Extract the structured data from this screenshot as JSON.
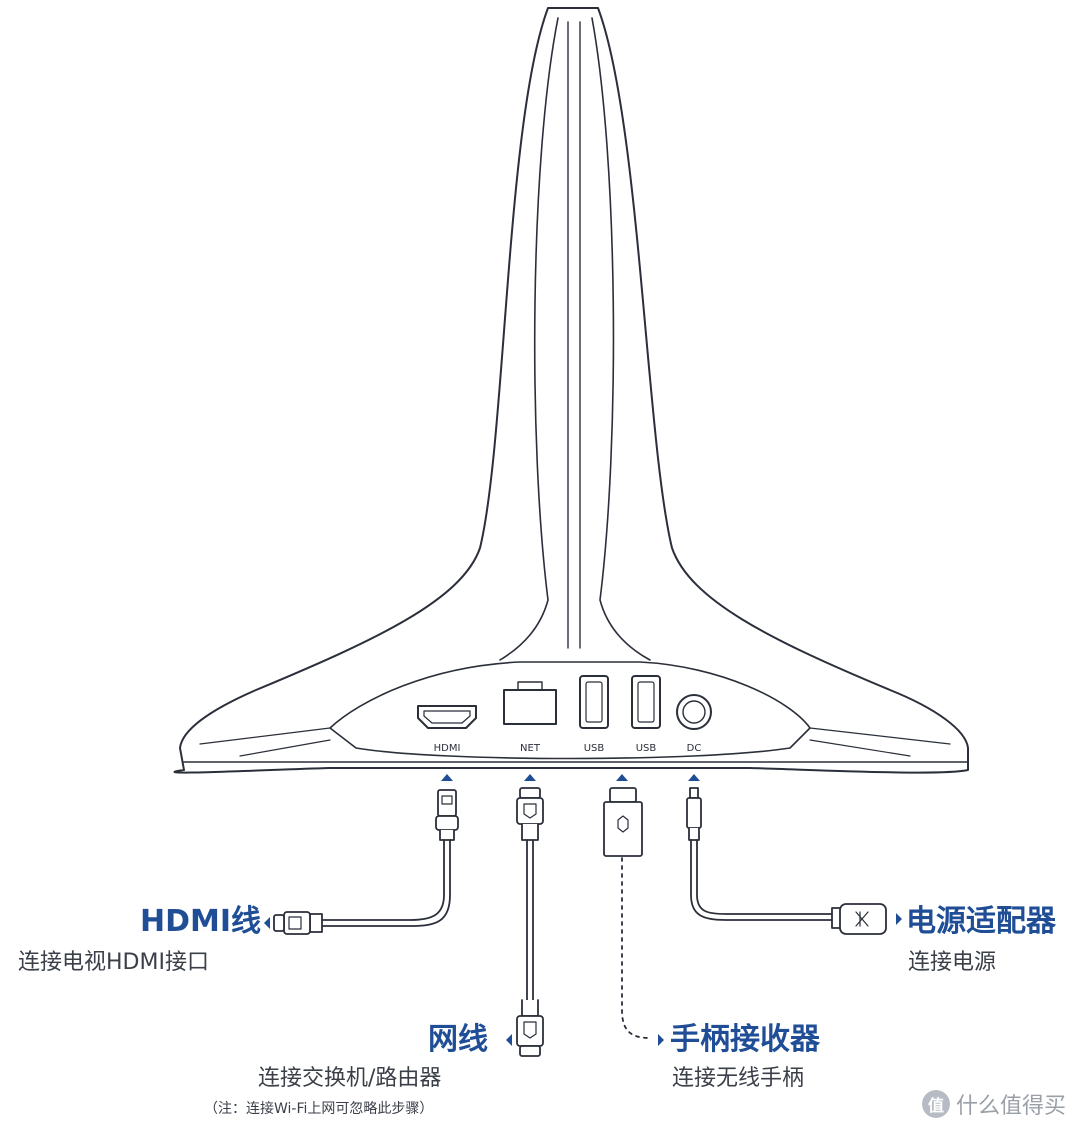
{
  "ports": {
    "hdmi": "HDMI",
    "net": "NET",
    "usb1": "USB",
    "usb2": "USB",
    "dc": "DC"
  },
  "callouts": {
    "hdmi": {
      "title": "HDMI线",
      "desc": "连接电视HDMI接口"
    },
    "net": {
      "title": "网线",
      "desc": "连接交换机/路由器",
      "note": "（注：连接Wi-Fi上网可忽略此步骤）"
    },
    "receiver": {
      "title": "手柄接收器",
      "desc": "连接无线手柄"
    },
    "power": {
      "title": "电源适配器",
      "desc": "连接电源"
    }
  },
  "watermark": {
    "badge": "值",
    "text": "什么值得买"
  },
  "colors": {
    "accent": "#1f4e96",
    "stroke": "#2a2f3a"
  }
}
